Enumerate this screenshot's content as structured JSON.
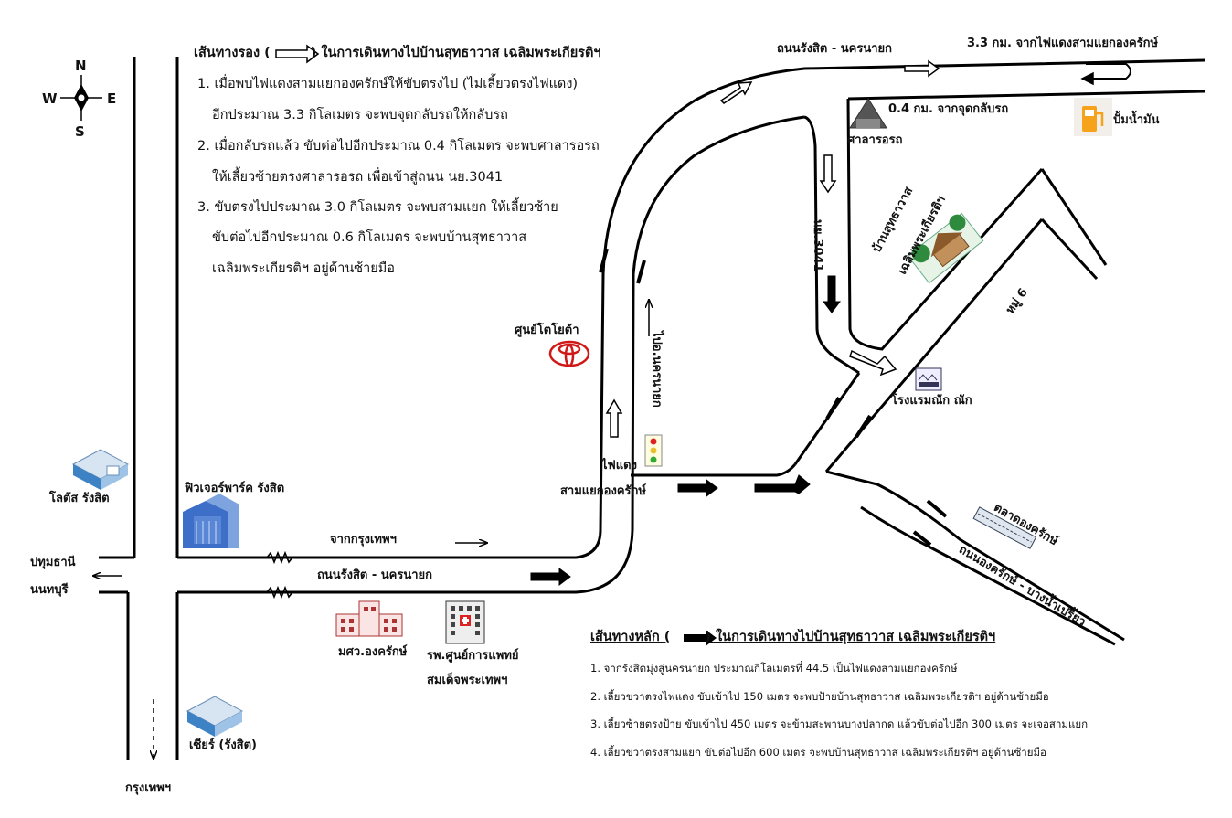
{
  "compass": {
    "n": "N",
    "s": "S",
    "e": "E",
    "w": "W"
  },
  "secondary_route": {
    "title_before": "เส้นทางรอง (",
    "title_after": ") ในการเดินทางไปบ้านสุทธาวาส เฉลิมพระเกียรติฯ",
    "lines": [
      "1. เมื่อพบไฟแดงสามแยกองครักษ์ให้ขับตรงไป (ไม่เลี้ยวตรงไฟแดง)",
      "อีกประมาณ 3.3 กิโลเมตร จะพบจุดกลับรถให้กลับรถ",
      "2. เมื่อกลับรถแล้ว ขับต่อไปอีกประมาณ 0.4 กิโลเมตร จะพบศาลารอรถ",
      "ให้เลี้ยวซ้ายตรงศาลารอรถ เพื่อเข้าสู่ถนน นย.3041",
      "3. ขับตรงไปประมาณ 3.0 กิโลเมตร จะพบสามแยก ให้เลี้ยวซ้าย",
      "ขับต่อไปอีกประมาณ 0.6 กิโลเมตร จะพบบ้านสุทธาวาส",
      "เฉลิมพระเกียรติฯ อยู่ด้านซ้ายมือ"
    ]
  },
  "main_route": {
    "title_before": "เส้นทางหลัก (",
    "title_after": ") ในการเดินทางไปบ้านสุทธาวาส เฉลิมพระเกียรติฯ",
    "lines": [
      "1.   จากรังสิตมุ่งสู่นครนายก ประมาณกิโลเมตรที่ 44.5 เป็นไฟแดงสามแยกองครักษ์",
      "2.   เลี้ยวขวาตรงไฟแดง ขับเข้าไป 150 เมตร จะพบป้ายบ้านสุทธาวาส เฉลิมพระเกียรติฯ อยู่ด้านซ้ายมือ",
      "3.   เลี้ยวซ้ายตรงป้าย ขับเข้าไป 450 เมตร จะข้ามสะพานบางปลากด แล้วขับต่อไปอีก 300 เมตร จะเจอสามแยก",
      "4.   เลี้ยวขวาตรงสามแยก ขับต่อไปอีก 600 เมตร จะพบบ้านสุทธาวาส เฉลิมพระเกียรติฯ อยู่ด้านซ้ายมือ"
    ]
  },
  "labels": {
    "road_top": "ถนนรังสิต - นครนายก",
    "uturn_dist": "3.3 กม. จากไฟแดงสามแยกองครักษ์",
    "bus_dist": "0.4 กม. จากจุดกลับรถ",
    "bus_stop": "ศาลารอรถ",
    "gas": "ปั้มน้ำมัน",
    "road_3041": "นย.3041",
    "house_1": "บ้านสุทธาวาส",
    "house_2": "เฉลิมพระเกียรติฯ",
    "moo6": "หมู่ 6",
    "toyota": "ศูนย์โตโยต้า",
    "to_nakhon": "ไปอ.นครนายก",
    "hotel": "โรงแรมณัก ณัก",
    "traffic_light_1": "ไฟแดง",
    "traffic_light_2": "สามแยกองครักษ์",
    "market": "ตลาดองครักษ์",
    "ongkarak_road": "ถนนองครักษ์ - บางน้ำเปรี้ยว",
    "lotus": "โลตัส รังสิต",
    "future_park": "ฟิวเจอร์พาร์ค รังสิต",
    "from_bkk": "จากกรุงเทพฯ",
    "road_bottom": "ถนนรังสิต - นครนายก",
    "pathum_1": "ปทุมธานี",
    "pathum_2": "นนทบุรี",
    "university": "มศว.องครักษ์",
    "hospital_1": "รพ.ศูนย์การแพทย์",
    "hospital_2": "สมเด็จพระเทพฯ",
    "seer": "เซียร์ (รังสิต)",
    "bangkok": "กรุงเทพฯ"
  }
}
